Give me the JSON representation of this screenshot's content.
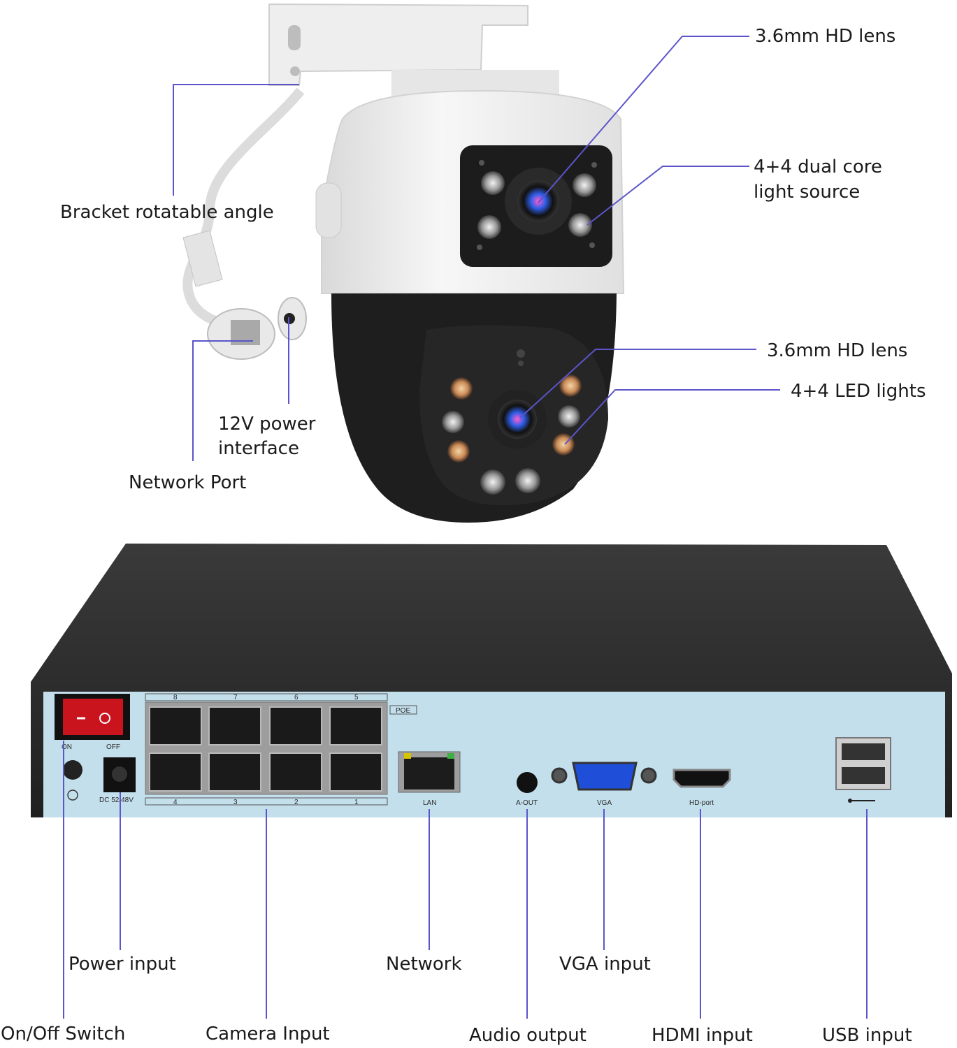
{
  "camera_labels": {
    "hd_lens_top": "3.6mm HD lens",
    "dual_core_line1": "4+4 dual core",
    "dual_core_line2": "light source",
    "bracket": "Bracket rotatable angle",
    "hd_lens_bottom": "3.6mm HD lens",
    "led_lights": "4+4 LED lights",
    "power_iface_line1": "12V power",
    "power_iface_line2": "interface",
    "network_port": "Network Port"
  },
  "nvr_labels": {
    "power_input": "Power input",
    "network": "Network",
    "vga_input": "VGA input",
    "on_off_switch": "On/Off Switch",
    "camera_input": "Camera Input",
    "audio_output": "Audio output",
    "hdmi_input": "HDMI input",
    "usb_input": "USB input"
  },
  "panel_text": {
    "on": "ON",
    "off": "OFF",
    "dc": "DC 52/48V",
    "poe": "POE",
    "lan": "LAN",
    "aout": "A-OUT",
    "vga": "VGA",
    "hdport": "HD-port",
    "port_top": [
      "8",
      "7",
      "6",
      "5"
    ],
    "port_bottom": [
      "4",
      "3",
      "2",
      "1"
    ]
  },
  "colors": {
    "leader_line": "#5b55c9",
    "panel_blue": "#c3dfec",
    "chassis": "#2a2a2a"
  }
}
